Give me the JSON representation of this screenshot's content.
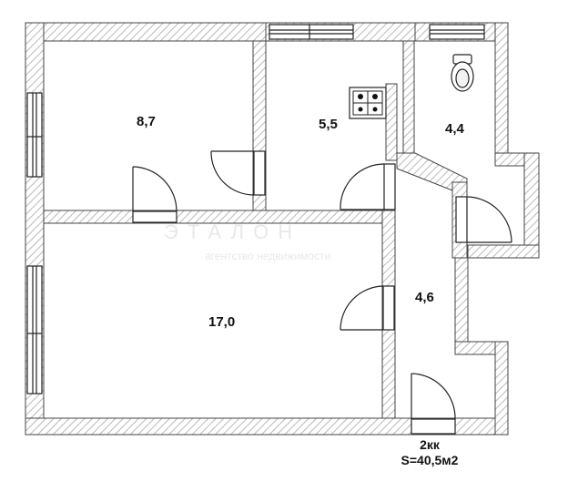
{
  "rooms": {
    "bedroom_area": "8,7",
    "kitchen_area": "5,5",
    "bathroom_area": "4,4",
    "living_area": "17,0",
    "hall_area": "4,6"
  },
  "caption": {
    "type": "2кк",
    "total_area": "S=40,5м2"
  },
  "colors": {
    "wall_hatch": "#b9b9b9",
    "wall_outline": "#333333"
  }
}
